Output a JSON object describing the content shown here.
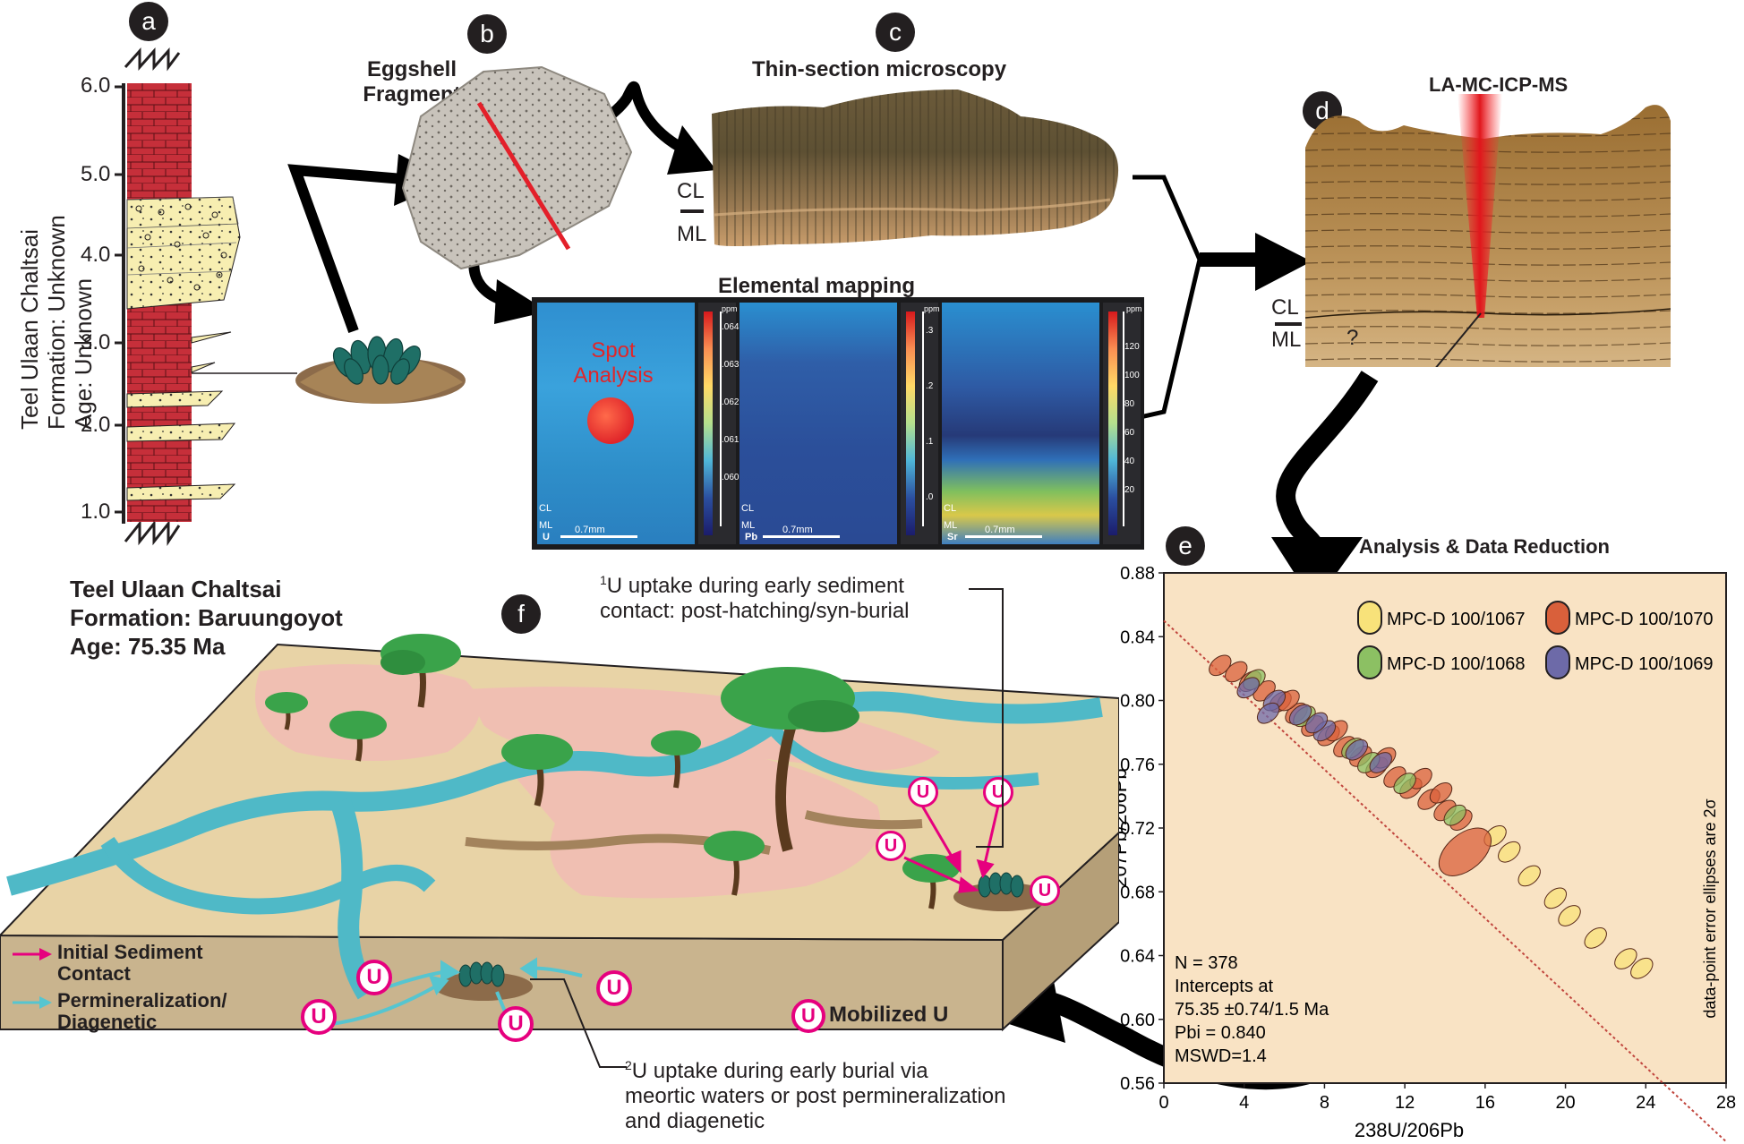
{
  "panel_labels": [
    "a",
    "b",
    "c",
    "d",
    "e",
    "f"
  ],
  "column_a": {
    "side_title": [
      "Teel Ulaan Chaltsai",
      "Formation: Unknown",
      "Age: Unknown"
    ],
    "ticks": [
      "6.0",
      "5.0",
      "4.0",
      "3.0",
      "2.0",
      "1.0"
    ],
    "caption": [
      "Teel Ulaan Chaltsai",
      "Formation: Baruungoyot",
      "Age: 75.35 Ma"
    ]
  },
  "panel_b": {
    "title": [
      "Eggshell",
      "Fragment"
    ]
  },
  "panel_c": {
    "title": "Thin-section microscopy",
    "cl": "CL",
    "ml": "ML"
  },
  "mapping": {
    "title": "Elemental mapping",
    "spot": [
      "Spot",
      "Analysis"
    ],
    "unit": "ppm",
    "maps": [
      {
        "element": "U",
        "ticks": [
          ".064",
          ".063",
          ".062",
          ".061",
          ".060"
        ]
      },
      {
        "element": "Pb",
        "ticks": [
          ".3",
          ".2",
          ".1",
          ".0"
        ]
      },
      {
        "element": "Sr",
        "ticks": [
          "120",
          "100",
          "80",
          "60",
          "40",
          "20"
        ]
      }
    ],
    "scale": "0.7mm",
    "cl": "CL",
    "ml": "ML"
  },
  "panel_d": {
    "title": "LA-MC-ICP-MS",
    "cl": "CL",
    "ml": "ML",
    "question": "?"
  },
  "panel_f": {
    "note1_sup": "1",
    "note1": [
      "U uptake during early sediment",
      "contact: post-hatching/syn-burial"
    ],
    "note2_sup": "2",
    "note2": [
      "U uptake during early burial via",
      "meortic waters or post permineralization",
      "and diagenetic"
    ],
    "legend": [
      {
        "label": [
          "Initial Sediment",
          "Contact"
        ],
        "color": "#e6007e"
      },
      {
        "label": [
          "Permineralization/",
          "Diagenetic"
        ],
        "color": "#56c5d0"
      }
    ],
    "mobilized": "Mobilized U",
    "u_symbol": "U"
  },
  "chart_data": {
    "type": "scatter",
    "title": "Analysis & Data Reduction",
    "xlabel": "238U/206Pb",
    "ylabel": "207Pb/206Pb",
    "xlim": [
      0,
      28
    ],
    "ylim": [
      0.56,
      0.88
    ],
    "xticks": [
      "0",
      "4",
      "8",
      "12",
      "16",
      "20",
      "24",
      "28"
    ],
    "yticks": [
      "0.56",
      "0.60",
      "0.64",
      "0.68",
      "0.72",
      "0.76",
      "0.80",
      "0.84",
      "0.88"
    ],
    "side_note": "data-point error ellipses are 2σ",
    "stats": [
      "N = 378",
      "Intercepts at",
      "75.35 ±0.74/1.5 Ma",
      "Pbi = 0.840",
      "MSWD=1.4"
    ],
    "series": [
      {
        "name": "MPC-D 100/1067",
        "color": "#f8e27a",
        "points": [
          [
            16.5,
            0.715
          ],
          [
            18.2,
            0.69
          ],
          [
            19.5,
            0.676
          ],
          [
            20.2,
            0.665
          ],
          [
            21.5,
            0.651
          ],
          [
            23.0,
            0.638
          ],
          [
            23.8,
            0.632
          ],
          [
            17.2,
            0.705
          ]
        ]
      },
      {
        "name": "MPC-D 100/1070",
        "color": "#d9603b",
        "points": [
          [
            2.8,
            0.822
          ],
          [
            3.6,
            0.818
          ],
          [
            4.3,
            0.812
          ],
          [
            5.0,
            0.806
          ],
          [
            5.8,
            0.799
          ],
          [
            6.6,
            0.792
          ],
          [
            7.4,
            0.784
          ],
          [
            8.2,
            0.778
          ],
          [
            9.0,
            0.771
          ],
          [
            9.8,
            0.765
          ],
          [
            10.6,
            0.758
          ],
          [
            11.5,
            0.752
          ],
          [
            12.3,
            0.745
          ],
          [
            13.2,
            0.738
          ],
          [
            14.0,
            0.731
          ],
          [
            14.8,
            0.725
          ],
          [
            15.0,
            0.705
          ],
          [
            13.8,
            0.742
          ],
          [
            11.0,
            0.764
          ],
          [
            8.6,
            0.781
          ],
          [
            6.2,
            0.8
          ],
          [
            12.8,
            0.751
          ]
        ]
      },
      {
        "name": "MPC-D 100/1068",
        "color": "#8cc063",
        "points": [
          [
            4.5,
            0.813
          ],
          [
            7.0,
            0.79
          ],
          [
            9.4,
            0.77
          ],
          [
            12.0,
            0.748
          ],
          [
            14.5,
            0.728
          ],
          [
            10.2,
            0.761
          ]
        ]
      },
      {
        "name": "MPC-D 100/1069",
        "color": "#6d6aa8",
        "points": [
          [
            4.2,
            0.808
          ],
          [
            5.5,
            0.8
          ],
          [
            6.8,
            0.791
          ],
          [
            8.0,
            0.781
          ],
          [
            9.6,
            0.769
          ],
          [
            5.2,
            0.792
          ],
          [
            7.6,
            0.786
          ],
          [
            10.8,
            0.761
          ]
        ]
      }
    ],
    "regression": {
      "from": [
        0,
        0.85
      ],
      "to": [
        30,
        0.5
      ]
    }
  }
}
